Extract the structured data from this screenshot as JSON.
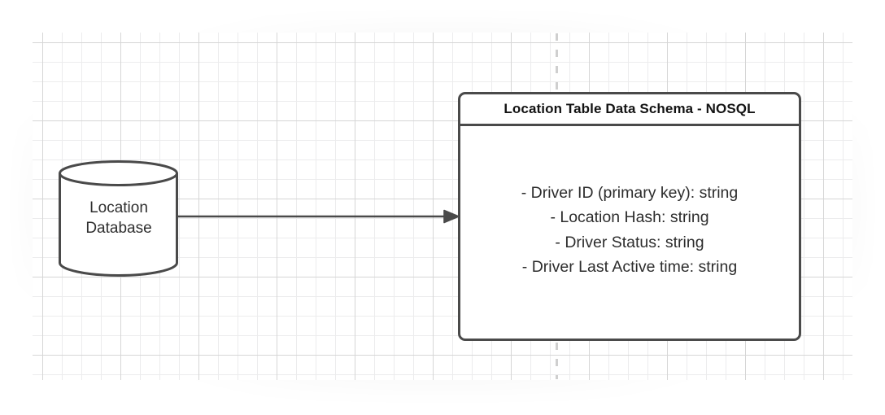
{
  "canvas": {
    "background_color": "#ffffff",
    "grid_color": "#ececed",
    "grid_major_color": "#d6d6d6",
    "guide_line_color": "#cfcfcf"
  },
  "diagram": {
    "type": "flowchart",
    "stroke_color": "#4a4a4a",
    "text_color": "#2d2d2d",
    "nodes": [
      {
        "id": "location-database",
        "shape": "cylinder",
        "label_line_1": "Location",
        "label_line_2": "Database"
      },
      {
        "id": "location-table-schema",
        "shape": "rounded-rectangle",
        "title": "Location Table Data Schema - NOSQL",
        "fields": [
          "- Driver ID (primary key): string",
          "- Location Hash: string",
          "- Driver Status: string",
          "- Driver Last Active time: string"
        ]
      }
    ],
    "edges": [
      {
        "id": "db-to-schema",
        "from": "location-database",
        "to": "location-table-schema",
        "style": "solid",
        "arrowhead": "filled-triangle",
        "label": ""
      }
    ]
  }
}
